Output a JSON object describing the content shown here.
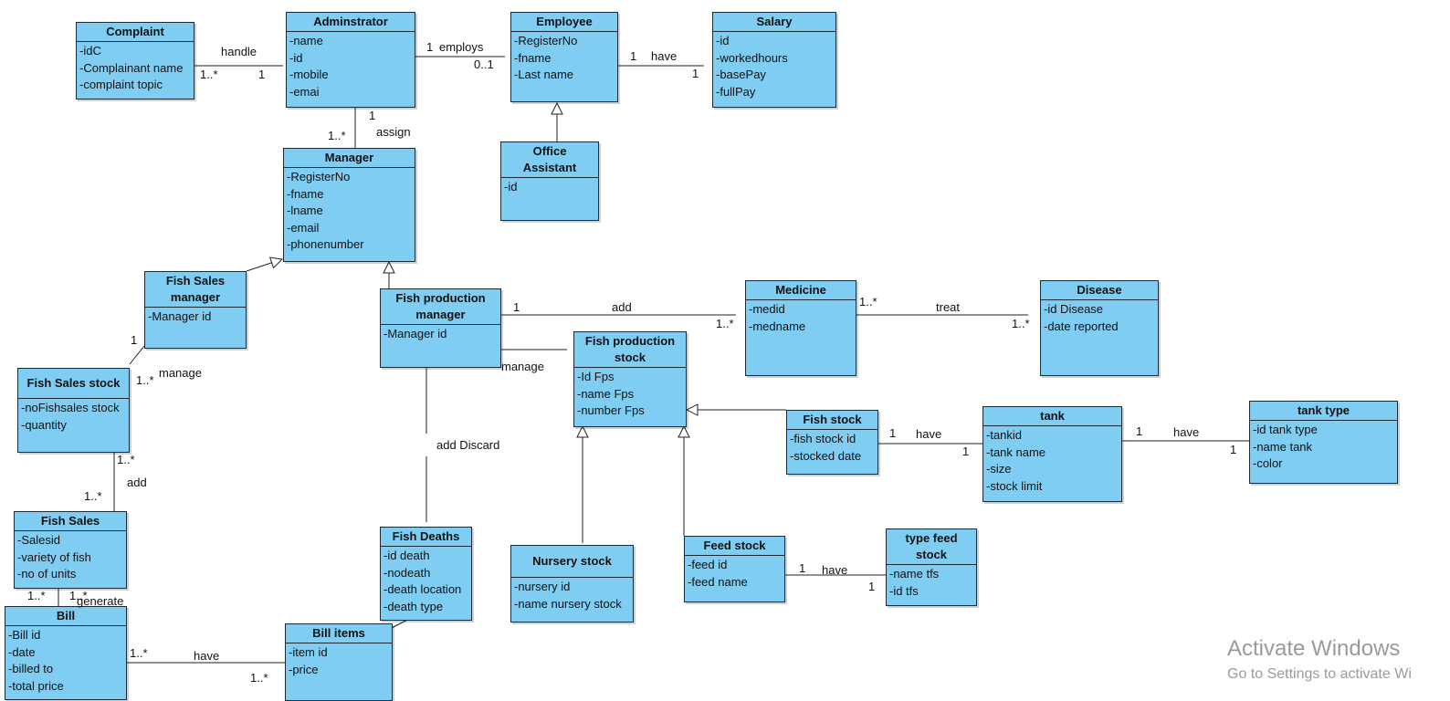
{
  "classes": {
    "complaint": {
      "name": "Complaint",
      "attrs": [
        "-idC",
        "-Complainant name",
        "-complaint topic"
      ]
    },
    "administrator": {
      "name": "Adminstrator",
      "attrs": [
        "-name",
        "-id",
        "-mobile",
        "-emai"
      ]
    },
    "employee": {
      "name": "Employee",
      "attrs": [
        "-RegisterNo",
        "-fname",
        "-Last name"
      ]
    },
    "salary": {
      "name": "Salary",
      "attrs": [
        "-id",
        "-workedhours",
        "-basePay",
        "-fullPay"
      ]
    },
    "office_assistant": {
      "name": "Office\nAssistant",
      "attrs": [
        "-id"
      ]
    },
    "manager": {
      "name": "Manager",
      "attrs": [
        "-RegisterNo",
        "-fname",
        "-lname",
        "-email",
        "-phonenumber"
      ]
    },
    "fish_sales_manager": {
      "name": "Fish Sales\nmanager",
      "attrs": [
        "-Manager id"
      ]
    },
    "fish_production_manager": {
      "name": "Fish production\nmanager",
      "attrs": [
        "-Manager id"
      ]
    },
    "medicine": {
      "name": "Medicine",
      "attrs": [
        "-medid",
        "-medname"
      ]
    },
    "disease": {
      "name": "Disease",
      "attrs": [
        "-id Disease",
        "-date reported"
      ]
    },
    "fish_production_stock": {
      "name": "Fish production\nstock",
      "attrs": [
        "-Id Fps",
        "-name Fps",
        "-number Fps"
      ]
    },
    "fish_sales_stock": {
      "name": "Fish Sales stock",
      "attrs": [
        "-noFishsales stock",
        "-quantity"
      ]
    },
    "fish_stock": {
      "name": "Fish stock",
      "attrs": [
        "-fish stock id",
        "-stocked date"
      ]
    },
    "tank": {
      "name": "tank",
      "attrs": [
        "-tankid",
        "-tank name",
        "-size",
        "-stock limit"
      ]
    },
    "tank_type": {
      "name": "tank type",
      "attrs": [
        "-id tank type",
        "-name tank",
        "-color"
      ]
    },
    "fish_sales": {
      "name": "Fish Sales",
      "attrs": [
        "-Salesid",
        "-variety of fish",
        "-no of units"
      ]
    },
    "fish_deaths": {
      "name": "Fish Deaths",
      "attrs": [
        "-id death",
        "-nodeath",
        "-death location",
        "-death type"
      ]
    },
    "nursery_stock": {
      "name": "Nursery stock",
      "attrs": [
        "-nursery id",
        "-name nursery stock"
      ]
    },
    "feed_stock": {
      "name": "Feed stock",
      "attrs": [
        "-feed id",
        "-feed name"
      ]
    },
    "type_feed_stock": {
      "name": "type feed\nstock",
      "attrs": [
        "-name tfs",
        "-id tfs"
      ]
    },
    "bill": {
      "name": "Bill",
      "attrs": [
        "-Bill id",
        "-date",
        "-billed to",
        "-total price"
      ]
    },
    "bill_items": {
      "name": "Bill items",
      "attrs": [
        "-item id",
        "-price"
      ]
    }
  },
  "labels": {
    "handle": "handle",
    "handle_m1": "1..*",
    "handle_m2": "1",
    "employs": "employs",
    "employs_m1": "1",
    "employs_m2": "0..1",
    "salary_have": "have",
    "salary_m1": "1",
    "salary_m2": "1",
    "assign": "assign",
    "assign_m1": "1",
    "assign_m2": "1..*",
    "add_medicine": "add",
    "add_medicine_m1": "1",
    "add_medicine_m2": "1..*",
    "treat": "treat",
    "treat_m1": "1..*",
    "treat_m2": "1..*",
    "manage_prod": "manage",
    "manage_sales": "manage",
    "manage_sales_m1": "1",
    "manage_sales_m2": "1..*",
    "add_discard": "add Discard",
    "tank_have": "have",
    "tank_m1": "1",
    "tank_m2": "1",
    "tanktype_have": "have",
    "tanktype_m1": "1",
    "tanktype_m2": "1",
    "sales_add": "add",
    "sales_add_m1": "1..*",
    "sales_add_m2": "1..*",
    "generate": "generate",
    "generate_m1": "1..*",
    "generate_m2": "1..*",
    "bill_have": "have",
    "bill_have_m1": "1..*",
    "bill_have_m2": "1..*",
    "feed_have": "have",
    "feed_have_m1": "1",
    "feed_have_m2": "1"
  },
  "watermark": {
    "title": "Activate Windows",
    "subtitle": "Go to Settings to activate Wi"
  }
}
